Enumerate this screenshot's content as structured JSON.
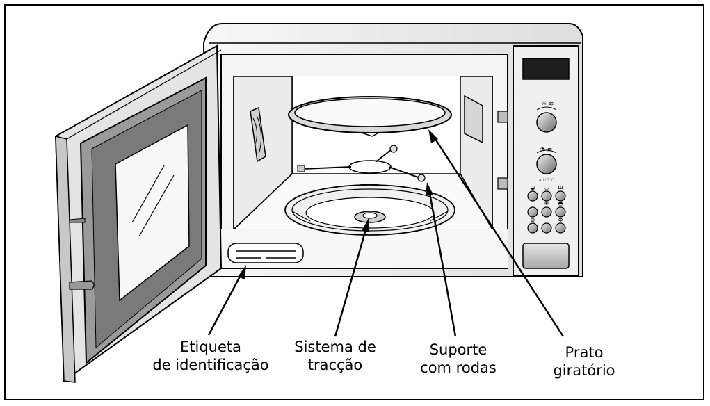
{
  "labels": {
    "etiqueta": [
      "Etiqueta",
      "de identificação"
    ],
    "sistema": [
      "Sistema de",
      "tracção"
    ],
    "suporte": [
      "Suporte",
      "com rodas"
    ],
    "prato": [
      "Prato",
      "giratório"
    ]
  },
  "panel": {
    "auto_text": "A U T O"
  }
}
